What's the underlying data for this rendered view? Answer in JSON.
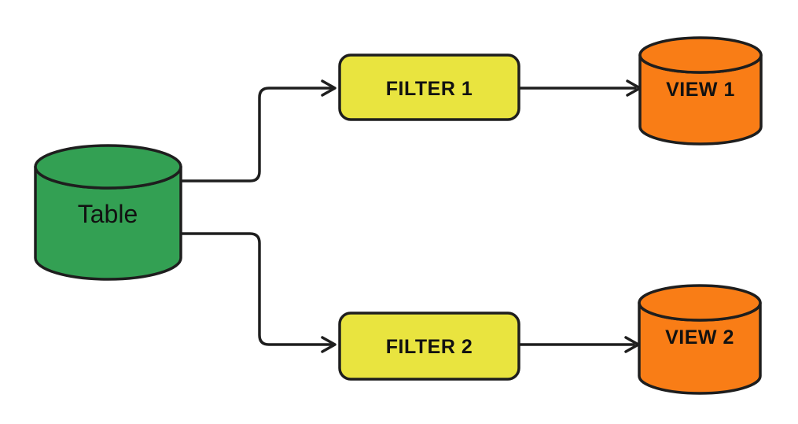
{
  "diagram": {
    "title": "table-filter-view-flow",
    "background_color": "#ffffff",
    "stroke_color": "#1e1e1e",
    "nodes": {
      "table": {
        "label": "Table",
        "shape": "cylinder",
        "fill": "#33a053"
      },
      "filter1": {
        "label": "FILTER 1",
        "shape": "rounded-rect",
        "fill": "#e9e43f"
      },
      "filter2": {
        "label": "FILTER 2",
        "shape": "rounded-rect",
        "fill": "#e9e43f"
      },
      "view1": {
        "label": "VIEW 1",
        "shape": "cylinder",
        "fill": "#f97d16"
      },
      "view2": {
        "label": "VIEW 2",
        "shape": "cylinder",
        "fill": "#f97d16"
      }
    },
    "edges": [
      {
        "from": "table",
        "to": "filter1",
        "style": "elbow-arrow"
      },
      {
        "from": "table",
        "to": "filter2",
        "style": "elbow-arrow"
      },
      {
        "from": "filter1",
        "to": "view1",
        "style": "straight-arrow"
      },
      {
        "from": "filter2",
        "to": "view2",
        "style": "straight-arrow"
      }
    ]
  }
}
